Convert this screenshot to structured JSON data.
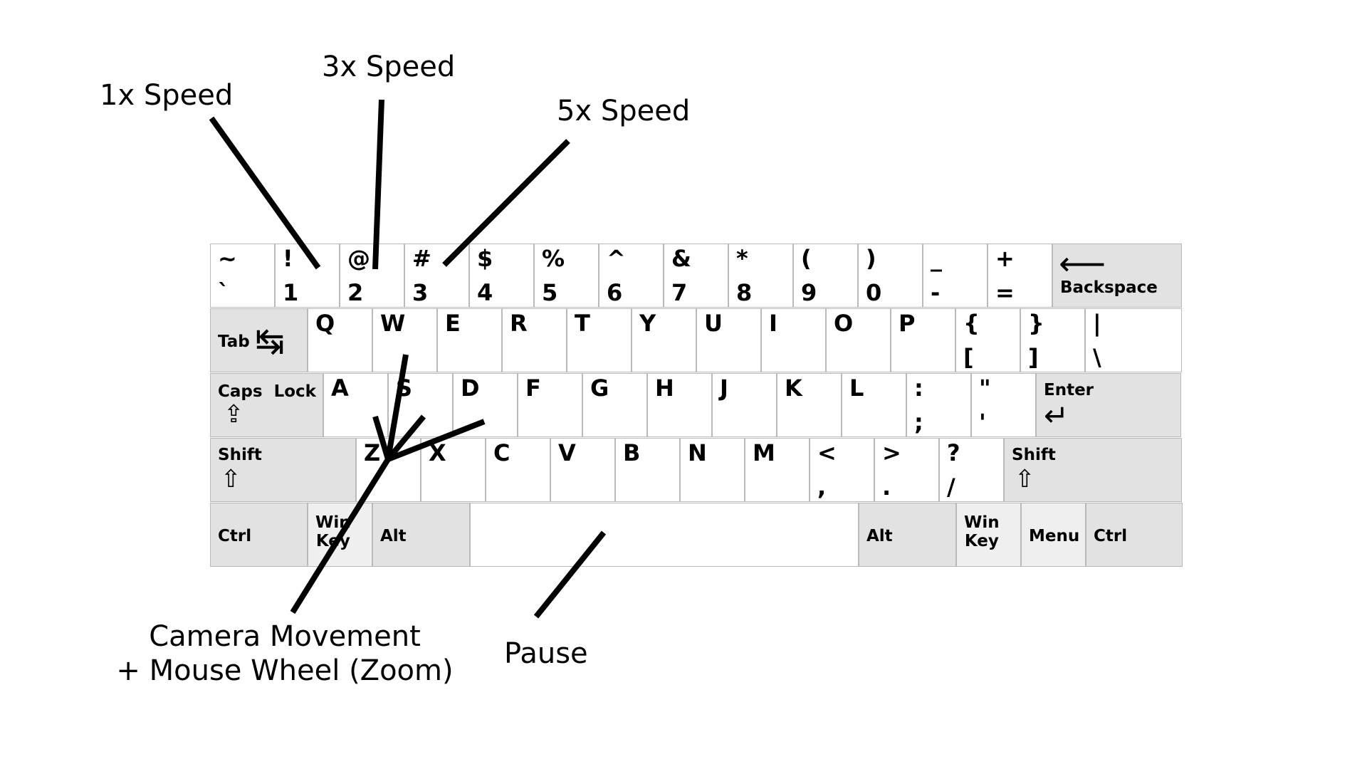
{
  "keyboard": {
    "rows": [
      [
        {
          "id": "backquote",
          "top": "~",
          "bottom": "`"
        },
        {
          "id": "1",
          "top": "!",
          "bottom": "1"
        },
        {
          "id": "2",
          "top": "@",
          "bottom": "2"
        },
        {
          "id": "3",
          "top": "#",
          "bottom": "3"
        },
        {
          "id": "4",
          "top": "$",
          "bottom": "4"
        },
        {
          "id": "5",
          "top": "%",
          "bottom": "5"
        },
        {
          "id": "6",
          "top": "^",
          "bottom": "6"
        },
        {
          "id": "7",
          "top": "&",
          "bottom": "7"
        },
        {
          "id": "8",
          "top": "*",
          "bottom": "8"
        },
        {
          "id": "9",
          "top": "(",
          "bottom": "9"
        },
        {
          "id": "0",
          "top": ")",
          "bottom": "0"
        },
        {
          "id": "minus",
          "top": "_",
          "bottom": "-"
        },
        {
          "id": "equal",
          "top": "+",
          "bottom": "="
        },
        {
          "id": "backspace",
          "label": "Backspace",
          "icon": "left-arrow-icon",
          "mod": true
        }
      ],
      [
        {
          "id": "tab",
          "label": "Tab",
          "icon": "tab-arrows-icon",
          "mod": true
        },
        {
          "id": "q",
          "top": "Q"
        },
        {
          "id": "w",
          "top": "W"
        },
        {
          "id": "e",
          "top": "E"
        },
        {
          "id": "r",
          "top": "R"
        },
        {
          "id": "t",
          "top": "T"
        },
        {
          "id": "y",
          "top": "Y"
        },
        {
          "id": "u",
          "top": "U"
        },
        {
          "id": "i",
          "top": "I"
        },
        {
          "id": "o",
          "top": "O"
        },
        {
          "id": "p",
          "top": "P"
        },
        {
          "id": "lbracket",
          "top": "{",
          "bottom": "["
        },
        {
          "id": "rbracket",
          "top": "}",
          "bottom": "]"
        },
        {
          "id": "backslash",
          "top": "|",
          "bottom": "\\"
        }
      ],
      [
        {
          "id": "capslock",
          "label": "Caps  Lock",
          "icon": "caps-lock-icon",
          "mod": true
        },
        {
          "id": "a",
          "top": "A"
        },
        {
          "id": "s",
          "top": "S"
        },
        {
          "id": "d",
          "top": "D"
        },
        {
          "id": "f",
          "top": "F"
        },
        {
          "id": "g",
          "top": "G"
        },
        {
          "id": "h",
          "top": "H"
        },
        {
          "id": "j",
          "top": "J"
        },
        {
          "id": "k",
          "top": "K"
        },
        {
          "id": "l",
          "top": "L"
        },
        {
          "id": "semicolon",
          "top": ":",
          "bottom": ";"
        },
        {
          "id": "quote",
          "top": "\"",
          "bottom": "'"
        },
        {
          "id": "enter",
          "label": "Enter",
          "icon": "enter-arrow-icon",
          "mod": true
        }
      ],
      [
        {
          "id": "lshift",
          "label": "Shift",
          "icon": "shift-arrow-icon",
          "mod": true
        },
        {
          "id": "z",
          "top": "Z"
        },
        {
          "id": "x",
          "top": "X"
        },
        {
          "id": "c",
          "top": "C"
        },
        {
          "id": "v",
          "top": "V"
        },
        {
          "id": "b",
          "top": "B"
        },
        {
          "id": "n",
          "top": "N"
        },
        {
          "id": "m",
          "top": "M"
        },
        {
          "id": "comma",
          "top": "<",
          "bottom": ","
        },
        {
          "id": "period",
          "top": ">",
          "bottom": "."
        },
        {
          "id": "slash",
          "top": "?",
          "bottom": "/"
        },
        {
          "id": "rshift",
          "label": "Shift",
          "icon": "shift-arrow-icon",
          "mod": true
        }
      ],
      [
        {
          "id": "lctrl",
          "label": "Ctrl",
          "mod": true
        },
        {
          "id": "lwin",
          "label": "Win\nKey",
          "light": true
        },
        {
          "id": "lalt",
          "label": "Alt",
          "mod": true
        },
        {
          "id": "space"
        },
        {
          "id": "ralt",
          "label": "Alt",
          "mod": true
        },
        {
          "id": "rwin",
          "label": "Win\nKey",
          "light": true
        },
        {
          "id": "menu",
          "label": "Menu",
          "light": true
        },
        {
          "id": "rctrl",
          "label": "Ctrl",
          "mod": true
        }
      ]
    ]
  },
  "callouts": {
    "speed_1x": "1x Speed",
    "speed_3x": "3x Speed",
    "speed_5x": "5x Speed",
    "camera_line1": "Camera Movement",
    "camera_line2": "+ Mouse Wheel (Zoom)",
    "pause": "Pause"
  },
  "colors": {
    "key_bg": "#ffffff",
    "mod_key_bg": "#e2e2e2",
    "key_border": "#b9b9b9",
    "leader_line": "#000000"
  }
}
